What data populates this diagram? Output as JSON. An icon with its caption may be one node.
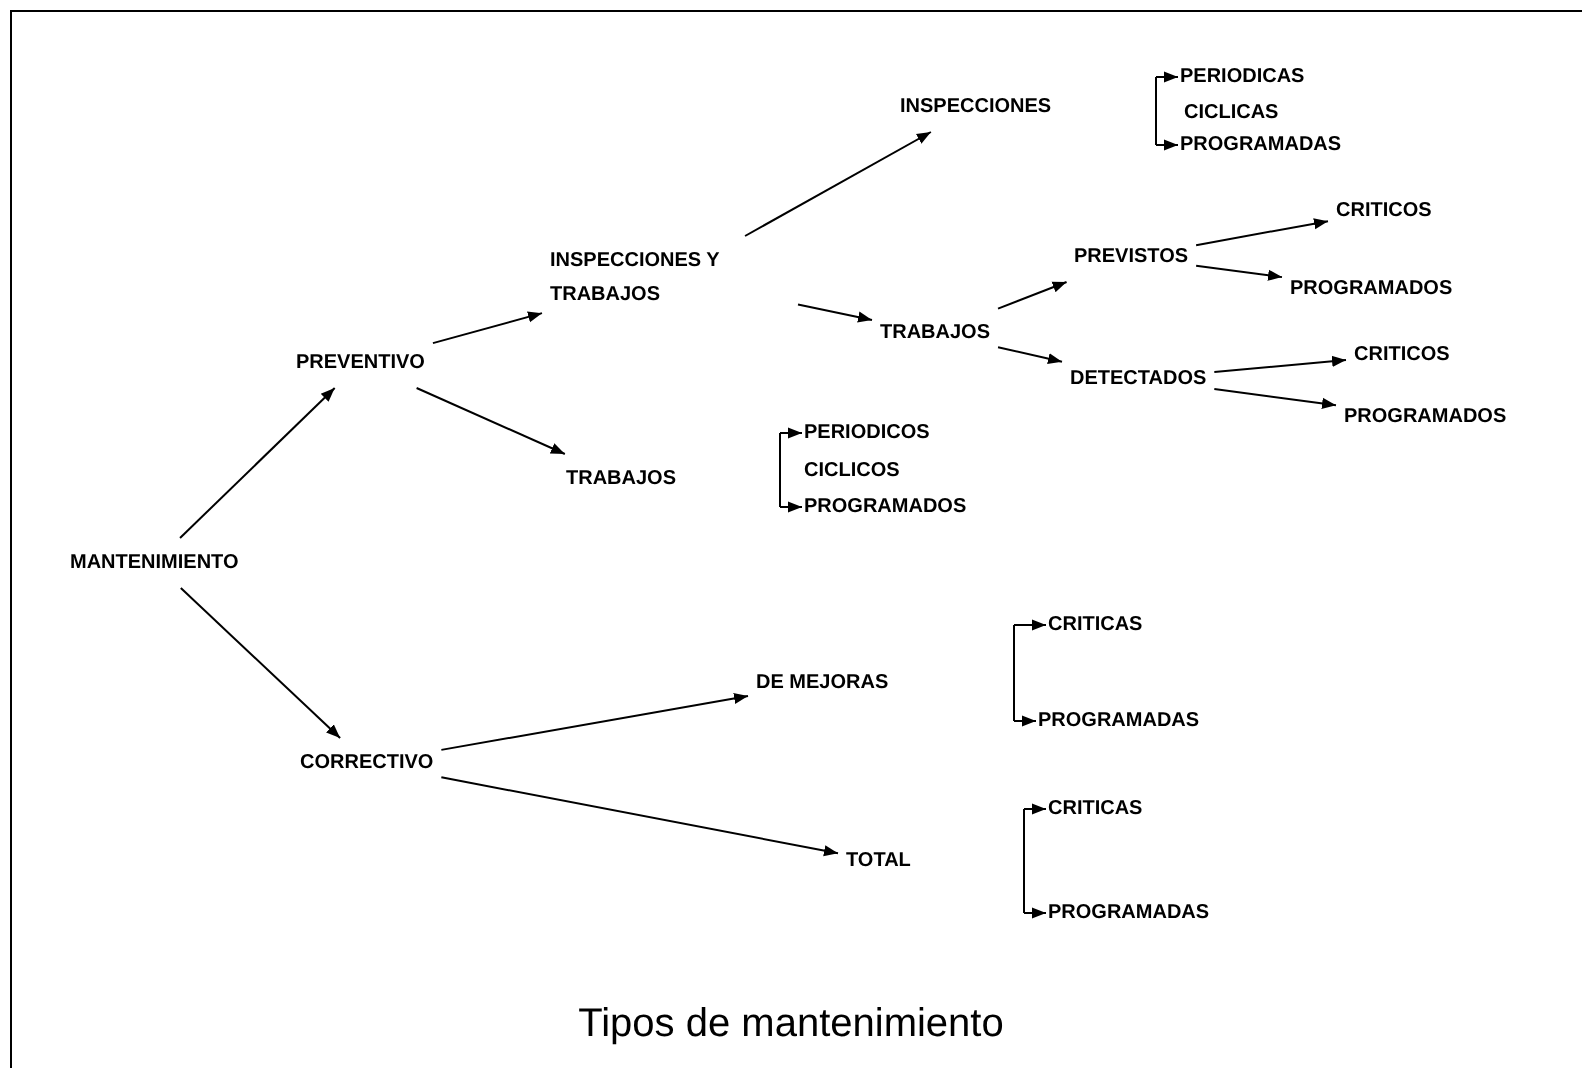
{
  "diagram": {
    "caption": "Tipos de mantenimiento",
    "nodes": [
      {
        "text": [
          "MANTENIMIENTO"
        ]
      },
      {
        "text": [
          "PREVENTIVO"
        ]
      },
      {
        "text": [
          "INSPECCIONES Y TRABAJOS"
        ]
      },
      {
        "text": [
          "TRABAJOS"
        ]
      },
      {
        "text": [
          "INSPECCIONES"
        ]
      },
      {
        "text": [
          "PERIODICAS"
        ]
      },
      {
        "text": [
          "CICLICAS"
        ]
      },
      {
        "text": [
          "PROGRAMADAS"
        ]
      },
      {
        "text": [
          "TRABAJOS"
        ]
      },
      {
        "text": [
          "PREVISTOS"
        ]
      },
      {
        "text": [
          "CRITICOS"
        ]
      },
      {
        "text": [
          "PROGRAMADOS"
        ]
      },
      {
        "text": [
          "DETECTADOS"
        ]
      },
      {
        "text": [
          "CRITICOS"
        ]
      },
      {
        "text": [
          "PROGRAMADOS"
        ]
      },
      {
        "text": [
          "PERIODICOS"
        ]
      },
      {
        "text": [
          "CICLICOS"
        ]
      },
      {
        "text": [
          "PROGRAMADOS"
        ]
      },
      {
        "text": [
          "CORRECTIVO"
        ]
      },
      {
        "text": [
          "DE MEJORAS"
        ]
      },
      {
        "text": [
          "CRITICAS"
        ]
      },
      {
        "text": [
          "PROGRAMADAS"
        ]
      },
      {
        "text": [
          "TOTAL"
        ]
      },
      {
        "text": [
          "CRITICAS"
        ]
      },
      {
        "text": [
          "PROGRAMADAS"
        ]
      }
    ],
    "edges": [
      {
        "from": 0,
        "to": 1,
        "arrow": "to"
      },
      {
        "from": 1,
        "to": 2,
        "arrow": "to"
      },
      {
        "from": 1,
        "to": 3,
        "arrow": "to"
      },
      {
        "from": 2,
        "to": 4,
        "arrow": "to"
      },
      {
        "from": 2,
        "to": 8,
        "arrow": "to"
      },
      {
        "from": 8,
        "to": 9,
        "arrow": "to"
      },
      {
        "from": 8,
        "to": 12,
        "arrow": "to"
      },
      {
        "from": 9,
        "to": 10,
        "arrow": "to"
      },
      {
        "from": 9,
        "to": 11,
        "arrow": "to"
      },
      {
        "from": 12,
        "to": 13,
        "arrow": "to"
      },
      {
        "from": 12,
        "to": 14,
        "arrow": "to"
      },
      {
        "from": 0,
        "to": 18,
        "arrow": "to"
      },
      {
        "from": 18,
        "to": 19,
        "arrow": "to"
      },
      {
        "from": 18,
        "to": 22,
        "arrow": "to"
      },
      {
        "from": null,
        "to": 5,
        "arrow": "to"
      },
      {
        "from": null,
        "to": 7,
        "arrow": "to"
      },
      {
        "from": null,
        "to": 15,
        "arrow": "to"
      },
      {
        "from": null,
        "to": 17,
        "arrow": "to"
      },
      {
        "from": null,
        "to": 20,
        "arrow": "to"
      },
      {
        "from": null,
        "to": 21,
        "arrow": "to"
      },
      {
        "from": null,
        "to": 23,
        "arrow": "to"
      },
      {
        "from": null,
        "to": 24,
        "arrow": "to"
      }
    ]
  }
}
